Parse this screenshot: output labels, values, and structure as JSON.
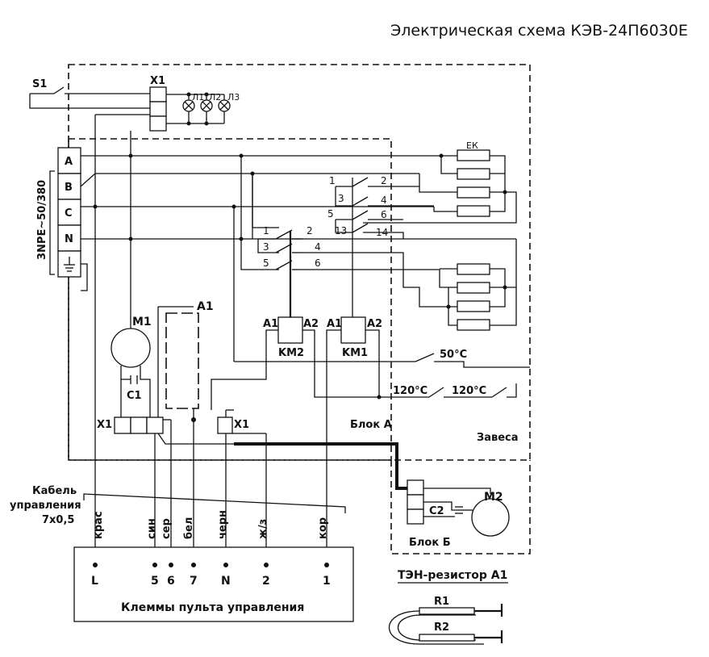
{
  "title": "Электрическая схема КЭВ-24П6030Е",
  "switch_s1": "S1",
  "terminal_x1": "X1",
  "lamps": [
    "Л1",
    "Л2",
    "Л3"
  ],
  "supply_label": "3NPE~50/380",
  "supply_terminals": [
    "A",
    "B",
    "C",
    "N"
  ],
  "heater_ek": "ЕК",
  "contacts_top": [
    "1",
    "2",
    "3",
    "4",
    "5",
    "6",
    "13",
    "14"
  ],
  "contacts_bottom": [
    "1",
    "2",
    "3",
    "4",
    "5",
    "6"
  ],
  "motor_m1": "M1",
  "capacitor_c1": "C1",
  "block_a1": "A1",
  "km2": {
    "name": "KM2",
    "a1": "A1",
    "a2": "A2"
  },
  "km1": {
    "name": "KM1",
    "a1": "A1",
    "a2": "A2"
  },
  "thermostat_50": "50°C",
  "thermostat_120a": "120°C",
  "thermostat_120b": "120°C",
  "block_a_label": "Блок А",
  "zavesa_label": "Завеса",
  "block_b_label": "Блок Б",
  "motor_m2": "M2",
  "capacitor_c2": "C2",
  "cable_label": [
    "Кабель",
    "управления",
    "7х0,5"
  ],
  "wire_colors": [
    "крас",
    "син",
    "сер",
    "бел",
    "черн",
    "ж/з",
    "кор"
  ],
  "panel_terminals": [
    "L",
    "5",
    "6",
    "7",
    "N",
    "2",
    "1"
  ],
  "panel_label": "Клеммы пульта управления",
  "resistor_title": "ТЭН-резистор А1",
  "resistors": [
    "R1",
    "R2"
  ]
}
